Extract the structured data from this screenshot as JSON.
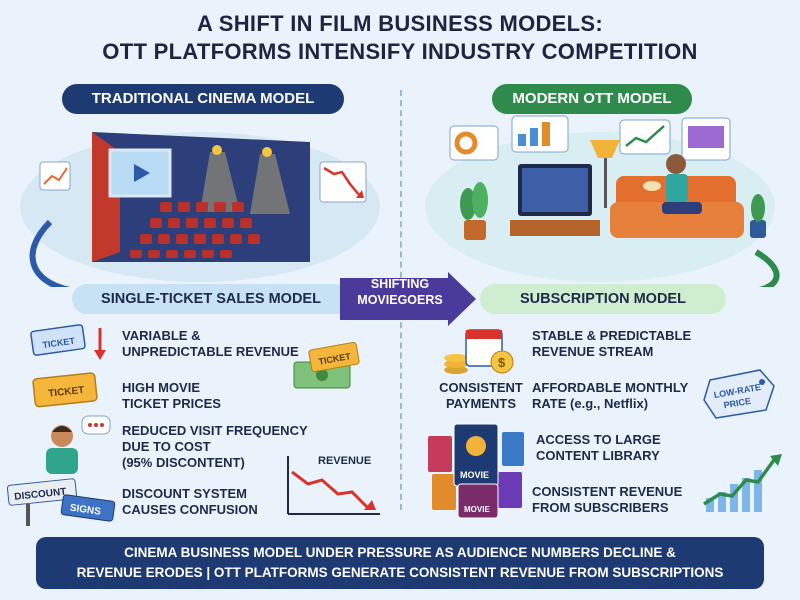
{
  "header": {
    "title_line1": "A SHIFT IN FILM BUSINESS MODELS:",
    "title_line2": "OTT PLATFORMS INTENSIFY INDUSTRY COMPETITION"
  },
  "left": {
    "heading": "TRADITIONAL CINEMA MODEL",
    "band": "SINGLE-TICKET SALES MODEL",
    "items": [
      {
        "line1": "VARIABLE &",
        "line2": "UNPREDICTABLE REVENUE"
      },
      {
        "line1": "HIGH MOVIE",
        "line2": "TICKET PRICES"
      },
      {
        "line1": "REDUCED VISIT FREQUENCY",
        "line2": "DUE TO COST",
        "line3": "(95% DISCONTENT)"
      },
      {
        "line1": "DISCOUNT SYSTEM",
        "line2": "CAUSES CONFUSION"
      }
    ],
    "ticket_label": "TICKET",
    "ticket_label2": "TICKET",
    "ticket_label3": "TICKET",
    "discount_sign": "DISCOUNT",
    "signs_sign": "SIGNS",
    "revenue_label": "REVENUE"
  },
  "center": {
    "shift_line1": "SHIFTING",
    "shift_line2": "MOVIEGOERS"
  },
  "right": {
    "heading": "MODERN OTT MODEL",
    "band": "SUBSCRIPTION MODEL",
    "consistent_line1": "CONSISTENT",
    "consistent_line2": "PAYMENTS",
    "items": [
      {
        "line1": "STABLE & PREDICTABLE",
        "line2": "REVENUE STREAM"
      },
      {
        "line1": "AFFORDABLE MONTHLY",
        "line2": "RATE (e.g., Netflix)"
      },
      {
        "line1": "ACCESS TO LARGE",
        "line2": "CONTENT LIBRARY"
      },
      {
        "line1": "CONSISTENT REVENUE",
        "line2": "FROM SUBSCRIBERS"
      }
    ],
    "price_tag_line1": "LOW-RATE",
    "price_tag_line2": "PRICE",
    "movie_label": "MOVIE",
    "movie_label2": "MOVIE"
  },
  "footer": {
    "line1": "CINEMA BUSINESS MODEL UNDER PRESSURE AS AUDIENCE NUMBERS DECLINE &",
    "line2": "REVENUE ERODES | OTT PLATFORMS GENERATE CONSISTENT REVENUE FROM SUBSCRIPTIONS"
  },
  "colors": {
    "navy": "#1e3a72",
    "green": "#2e8b4c",
    "purple": "#4a3a9a",
    "red": "#d9342b",
    "light_blue": "#c7e2f5",
    "light_green": "#cfeecf"
  }
}
